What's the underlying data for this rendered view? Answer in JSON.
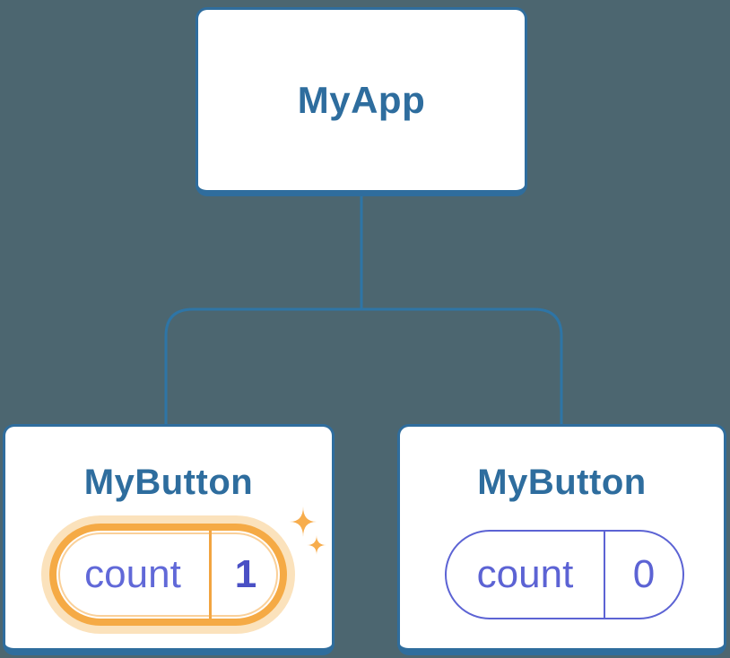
{
  "diagram": {
    "root": {
      "label": "MyApp"
    },
    "children": [
      {
        "label": "MyButton",
        "state_key": "count",
        "state_value": "1",
        "highlighted": true
      },
      {
        "label": "MyButton",
        "state_key": "count",
        "state_value": "0",
        "highlighted": false
      }
    ]
  },
  "colors": {
    "background": "#4C6670",
    "node_fill": "#FFFFFF",
    "node_border": "#2F6D9D",
    "node_label_text": "#2E6D9E",
    "connector_line": "#2E75A6",
    "state_text": "#5C63D4",
    "state_key_highlighted": "#6169D8",
    "state_value_highlighted": "#4A50C5",
    "highlight_ring": "#F5AA45",
    "highlight_halo": "#FBE2BC",
    "sparkle": "#F7AD4D"
  }
}
